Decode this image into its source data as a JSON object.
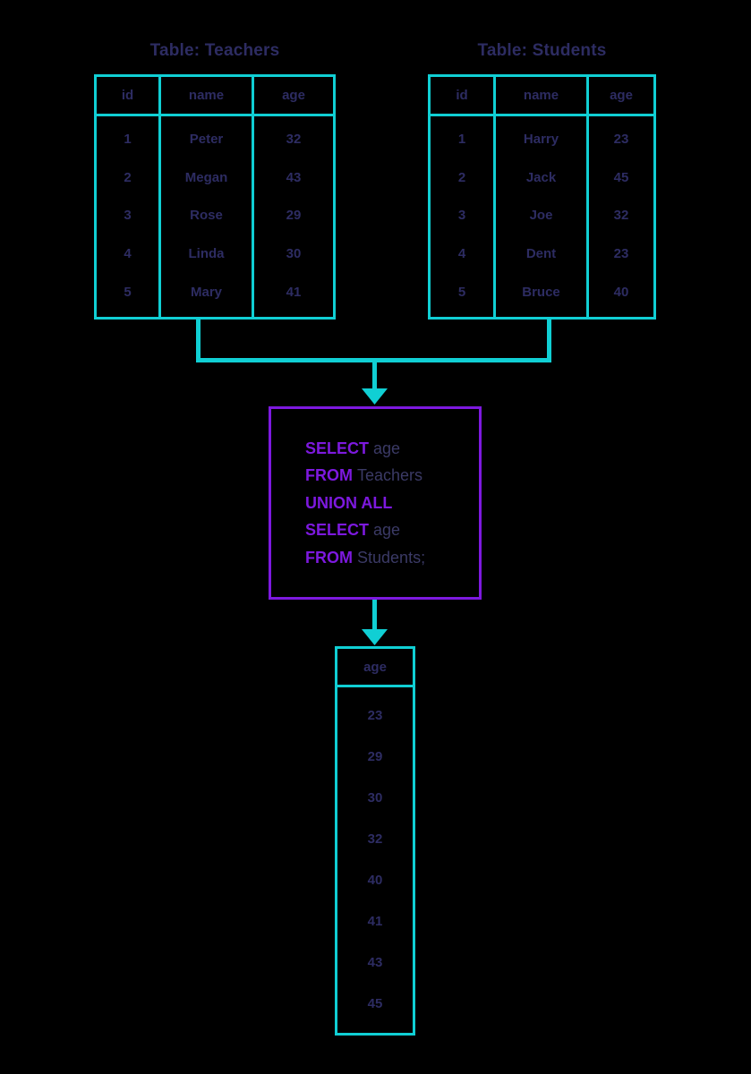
{
  "theme": {
    "background": "#000000",
    "table_border": "#10cfd4",
    "sql_border": "#7d19df",
    "keyword_color": "#7d19df",
    "text_color": "#2d2c62",
    "connector_color": "#10cfd4"
  },
  "tables": {
    "teachers": {
      "title": "Table: Teachers",
      "columns": [
        "id",
        "name",
        "age"
      ],
      "rows": [
        [
          "1",
          "Peter",
          "32"
        ],
        [
          "2",
          "Megan",
          "43"
        ],
        [
          "3",
          "Rose",
          "29"
        ],
        [
          "4",
          "Linda",
          "30"
        ],
        [
          "5",
          "Mary",
          "41"
        ]
      ]
    },
    "students": {
      "title": "Table: Students",
      "columns": [
        "id",
        "name",
        "age"
      ],
      "rows": [
        [
          "1",
          "Harry",
          "23"
        ],
        [
          "2",
          "Jack",
          "45"
        ],
        [
          "3",
          "Joe",
          "32"
        ],
        [
          "4",
          "Dent",
          "23"
        ],
        [
          "5",
          "Bruce",
          "40"
        ]
      ]
    }
  },
  "sql": {
    "lines": [
      {
        "keyword": "SELECT",
        "operand": "age"
      },
      {
        "keyword": "FROM",
        "operand": "Teachers"
      },
      {
        "keyword": "UNION ALL",
        "operand": ""
      },
      {
        "keyword": "SELECT",
        "operand": "age"
      },
      {
        "keyword": "FROM",
        "operand": "Students;"
      }
    ],
    "text": "SELECT age FROM Teachers UNION ALL SELECT age FROM Students;"
  },
  "result": {
    "column": "age",
    "values": [
      "23",
      "29",
      "30",
      "32",
      "40",
      "41",
      "43",
      "45"
    ]
  }
}
